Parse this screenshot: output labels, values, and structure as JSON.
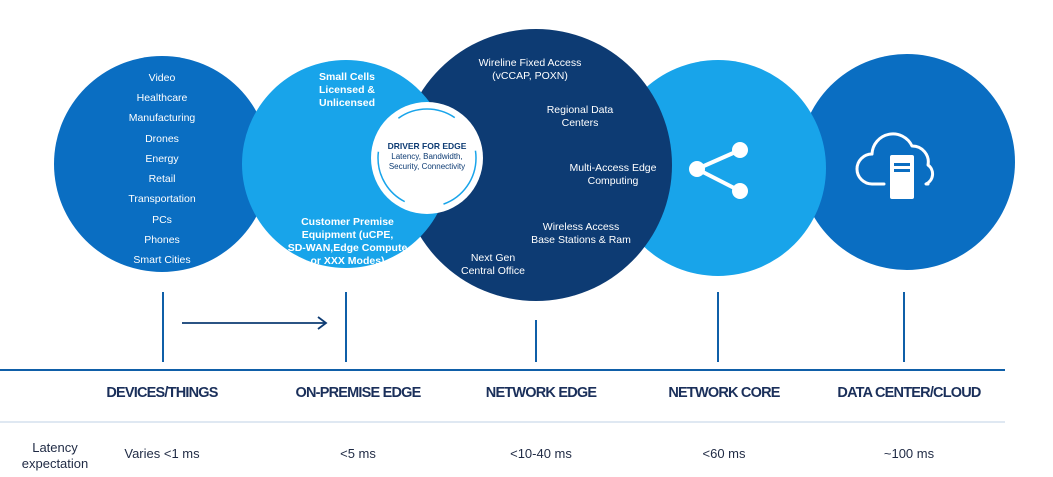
{
  "devices": {
    "items": [
      "Video",
      "Healthcare",
      "Manufacturing",
      "Drones",
      "Energy",
      "Retail",
      "Transportation",
      "PCs",
      "Phones",
      "Smart Cities"
    ]
  },
  "on_premise": {
    "top_text": [
      "Small Cells",
      "Licensed &",
      "Unlicensed"
    ],
    "bottom_text": [
      "Customer Premise",
      "Equipment (uCPE,",
      "SD-WAN,Edge Compute",
      "or XXX Modes)"
    ]
  },
  "driver": {
    "title": "DRIVER FOR EDGE",
    "line1": "Latency, Bandwidth,",
    "line2": "Security, Connectivity"
  },
  "network_edge": {
    "wireline": [
      "Wireline Fixed Access",
      "(vCCAP, POXN)"
    ],
    "regional": [
      "Regional Data",
      "Centers"
    ],
    "mec": [
      "Multi-Access Edge",
      "Computing"
    ],
    "wireless": [
      "Wireless Access",
      "Base Stations & Ram"
    ],
    "central": [
      "Next Gen",
      "Central Office"
    ]
  },
  "categories": [
    "DEVICES/THINGS",
    "ON-PREMISE EDGE",
    "NETWORK EDGE",
    "NETWORK CORE",
    "DATA CENTER/CLOUD"
  ],
  "latency": {
    "label": [
      "Latency",
      "expectation"
    ],
    "values": [
      "Varies <1 ms",
      "<5 ms",
      "<10-40 ms",
      "<60 ms",
      "~100 ms"
    ]
  },
  "icons": {
    "network_core": "share-icon",
    "cloud": "cloud-server-icon"
  },
  "colors": {
    "dark_blue": "#0d3b73",
    "mid_blue": "#0a6ec2",
    "light_blue": "#18a4ea",
    "text_dark": "#1a2f5a"
  }
}
